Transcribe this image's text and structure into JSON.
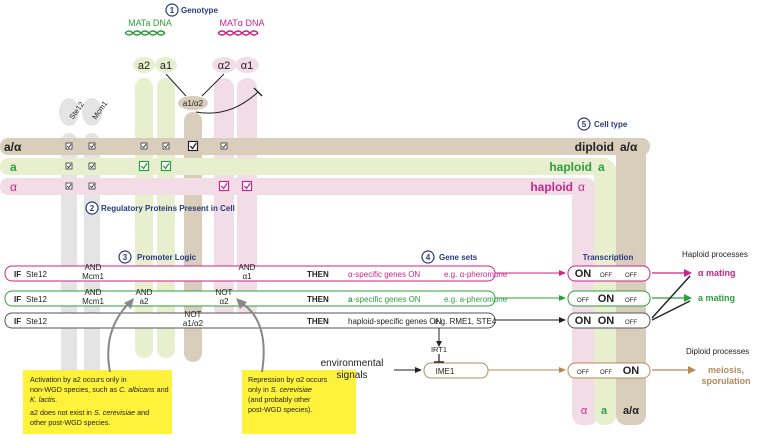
{
  "colors": {
    "brown": "#d9cdbc",
    "green": "#e7efcf",
    "pink": "#f2dde7",
    "gray": "#e4e4e4",
    "accent_green": "#2e9e3e",
    "accent_pink": "#c8268a",
    "accent_brown": "#b48a5a",
    "navy": "#2b3a7c",
    "note_yellow": "#fff23a"
  },
  "sections": {
    "genotype": {
      "num": "1",
      "label": "Genotype"
    },
    "regulatory": {
      "num": "2",
      "label": "Regulatory Proteins Present in Cell"
    },
    "promoter": {
      "num": "3",
      "label": "Promoter Logic"
    },
    "genesets": {
      "num": "4",
      "label": "Gene sets"
    },
    "celltype": {
      "num": "5",
      "label": "Cell type"
    }
  },
  "dna": {
    "mata": "MATa DNA",
    "matalpha": "MATα DNA"
  },
  "proteins": {
    "a2": "a2",
    "a1": "a1",
    "alpha2": "α2",
    "alpha1": "α1",
    "a1alpha2": "a1/α2",
    "ste12": "Ste12",
    "mcm1": "Mcm1"
  },
  "rows": {
    "aa": {
      "left": "a/α",
      "right_label": "diploid",
      "right_type": "a/α"
    },
    "a": {
      "left": "a",
      "right_label": "haploid",
      "right_type": "a"
    },
    "alpha": {
      "left": "α",
      "right_label": "haploid",
      "right_type": "α"
    }
  },
  "logic": {
    "r1": {
      "if": "IF",
      "ste12": "Ste12",
      "and1": "AND",
      "and1b": "Mcm1",
      "and2": "AND",
      "and2b": "α1",
      "then": "THEN",
      "gene": "α-specific genes   ON",
      "eg": "e.g. α-pheromone"
    },
    "r2": {
      "if": "IF",
      "ste12": "Ste12",
      "and1": "AND",
      "and1b": "Mcm1",
      "and2": "AND",
      "and2b": "a2",
      "not": "NOT",
      "notb": "α2",
      "then": "THEN",
      "gene_a": "a",
      "gene": "-specific genes   ON",
      "eg": "e.g. a-pheromone"
    },
    "r3": {
      "if": "IF",
      "ste12": "Ste12",
      "not": "NOT",
      "notb": "a1/α2",
      "then": "THEN",
      "gene": "haploid-specific genes ON",
      "eg": "e.g.  RME1,  STE4"
    }
  },
  "transcription": {
    "title": "Transcription",
    "r1": [
      "ON",
      "OFF",
      "OFF"
    ],
    "r2": [
      "OFF",
      "ON",
      "OFF"
    ],
    "r3": [
      "ON",
      "ON",
      "OFF"
    ],
    "r4": [
      "OFF",
      "OFF",
      "ON"
    ],
    "cols": [
      "α",
      "a",
      "a/α"
    ]
  },
  "processes": {
    "haploid": "Haploid processes",
    "alpha_mating": "α mating",
    "a_mating": "a mating",
    "diploid": "Diploid processes",
    "meiosis": "meiosis,",
    "sporulation": "sporulation"
  },
  "ime": {
    "irt1": "IRT1",
    "ime1": "IME1",
    "env1": "environmental",
    "env2": "signals"
  },
  "notes": {
    "left": [
      "Activation by a2 occurs only in",
      "non-WGD species, such as ",
      "C. albicans",
      " and",
      "K. lactis",
      ".",
      "a2 does not exist in ",
      "S. cerevisiae",
      " and",
      "other post-WGD species."
    ],
    "right": [
      "Repression by α2 occurs",
      "only in ",
      "S. cerevisiae",
      "(and probably other",
      "post-WGD species)."
    ]
  }
}
